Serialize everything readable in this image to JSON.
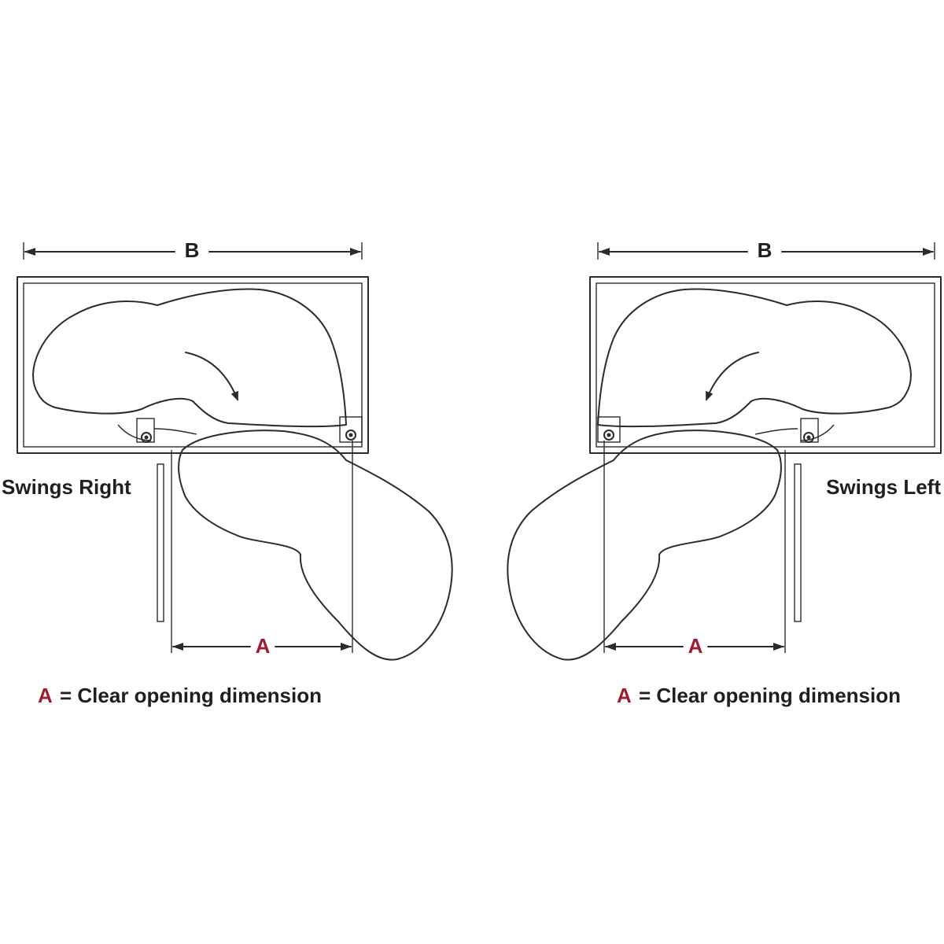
{
  "left_diagram": {
    "dimension_b": "B",
    "dimension_a": "A",
    "swing_label": "Swings Right",
    "legend_letter": "A",
    "legend_text": "= Clear opening dimension"
  },
  "right_diagram": {
    "dimension_b": "B",
    "dimension_a": "A",
    "swing_label": "Swings Left",
    "legend_letter": "A",
    "legend_text": "= Clear opening dimension"
  },
  "colors": {
    "line": "#2b2b2b",
    "text": "#1f1f1f",
    "accent_red": "#9e1b32",
    "background": "#ffffff"
  }
}
